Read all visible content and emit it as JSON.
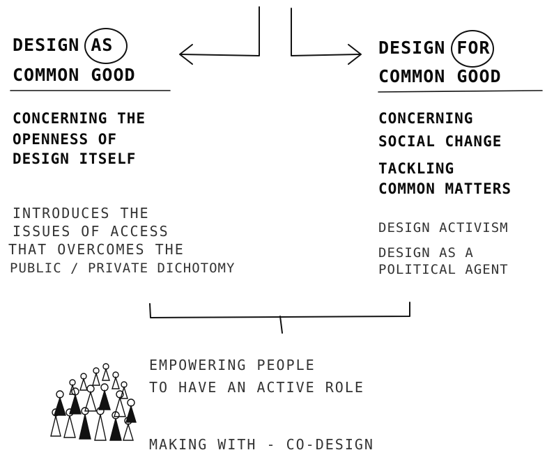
{
  "left_block": {
    "title_line1_a": "DESIGN",
    "title_line1_b": "AS",
    "title_line2": "COMMON GOOD",
    "concern": [
      "CONCERNING THE",
      "OPENNESS OF",
      "DESIGN ITSELF"
    ],
    "details": [
      "INTRODUCES THE",
      "ISSUES OF ACCESS",
      "THAT OVERCOMES THE",
      "PUBLIC / PRIVATE DICHOTOMY"
    ]
  },
  "right_block": {
    "title_line1_a": "DESIGN",
    "title_line1_b": "FOR",
    "title_line2": "COMMON GOOD",
    "concern": [
      "CONCERNING",
      "SOCIAL CHANGE"
    ],
    "matters": [
      "TACKLING",
      "COMMON MATTERS"
    ],
    "details": [
      "DESIGN ACTIVISM",
      "DESIGN AS A",
      "POLITICAL AGENT"
    ]
  },
  "bottom": {
    "lines": [
      "EMPOWERING PEOPLE",
      "TO HAVE AN ACTIVE ROLE",
      "MAKING WITH - CO-DESIGN"
    ],
    "crowd_icon": "crowd-of-people-icon"
  },
  "colors": {
    "ink": "#111111",
    "paper": "#ffffff"
  }
}
